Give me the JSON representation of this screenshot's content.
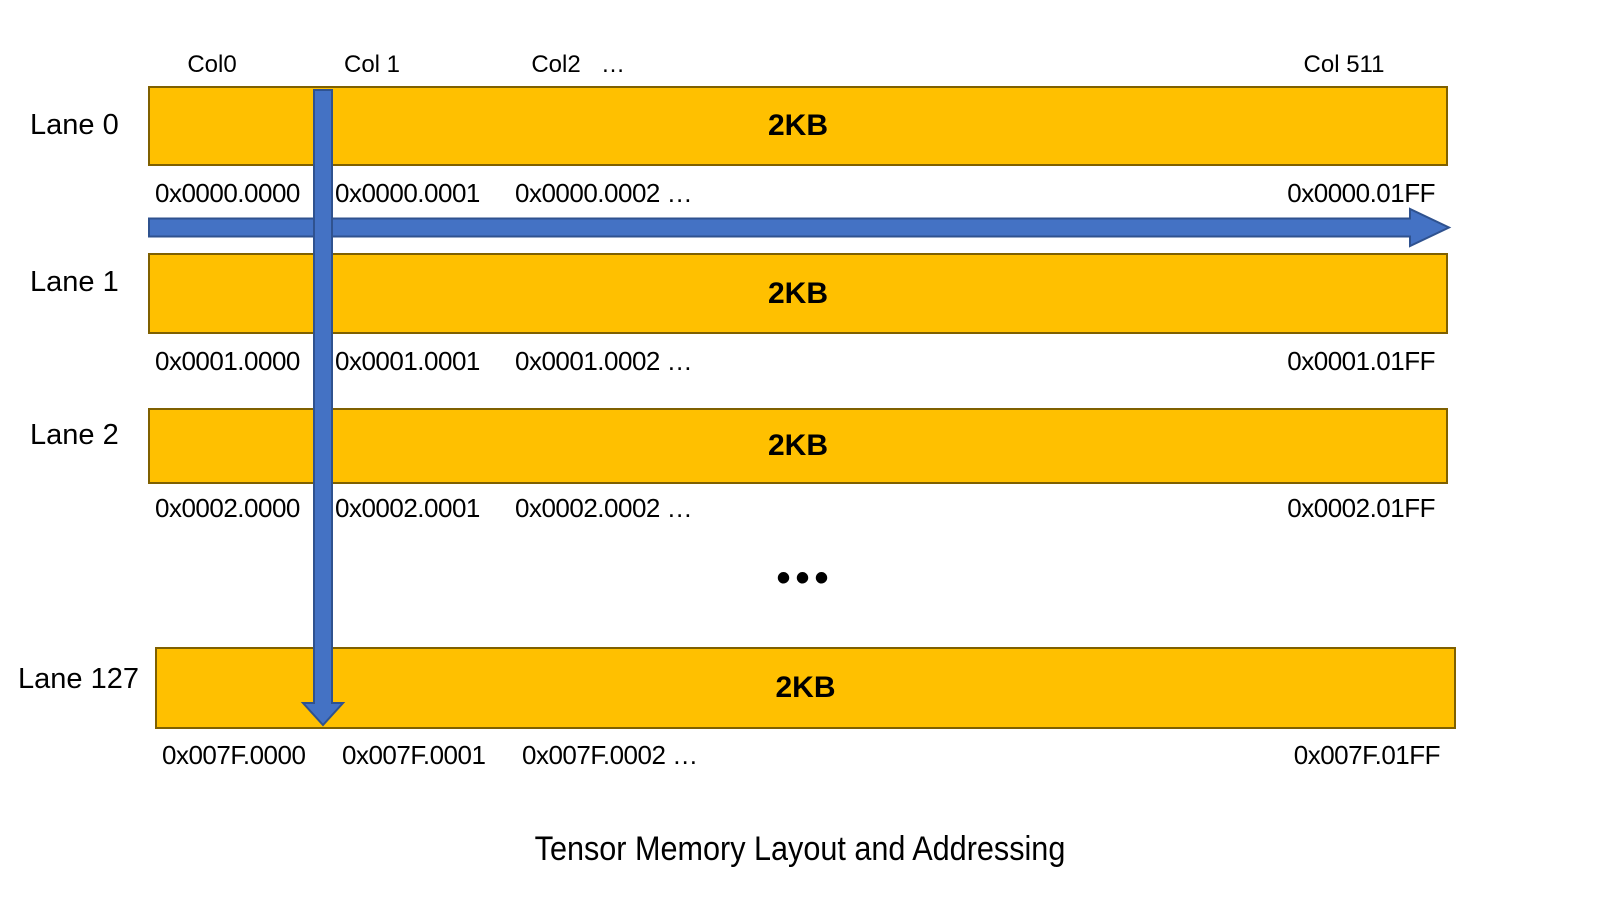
{
  "title": "Tensor Memory Layout and Addressing",
  "column_headers": [
    {
      "label": "Col0"
    },
    {
      "label": "Col 1"
    },
    {
      "label": "Col2"
    },
    {
      "label": "…"
    },
    {
      "label": "Col 511"
    }
  ],
  "lanes": [
    {
      "label": "Lane 0",
      "size": "2KB",
      "addrs": [
        "0x0000.0000",
        "0x0000.0001",
        "0x0000.0002 …"
      ],
      "addr_last": "0x0000.01FF"
    },
    {
      "label": "Lane 1",
      "size": "2KB",
      "addrs": [
        "0x0001.0000",
        "0x0001.0001",
        "0x0001.0002 …"
      ],
      "addr_last": "0x0001.01FF"
    },
    {
      "label": "Lane 2",
      "size": "2KB",
      "addrs": [
        "0x0002.0000",
        "0x0002.0001",
        "0x0002.0002 …"
      ],
      "addr_last": "0x0002.01FF"
    },
    {
      "label": "Lane 127",
      "size": "2KB",
      "addrs": [
        "0x007F.0000",
        "0x007F.0001",
        "0x007F.0002 …"
      ],
      "addr_last": "0x007F.01FF"
    }
  ],
  "row_ellipsis": "•••",
  "arrows": {
    "horizontal": "column-address-direction",
    "vertical": "lane-address-direction"
  },
  "colors": {
    "bar_fill": "#FFC000",
    "bar_border": "#7F6000",
    "arrow_fill": "#4472C4",
    "arrow_border": "#2F528F",
    "text": "#000000",
    "background": "#FFFFFF"
  }
}
